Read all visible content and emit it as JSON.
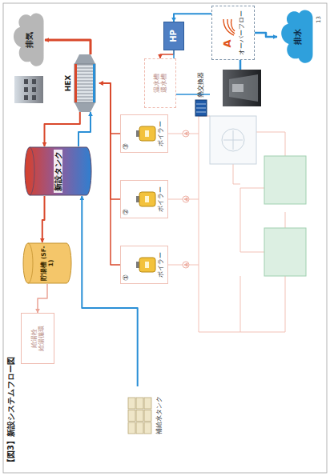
{
  "diagram": {
    "caption": "【図3】新設システムフロー図",
    "nodes": [
      {
        "text": [
          "給湯栓",
          "給湯循環"
        ]
      },
      {
        "text": [
          "貯湯槽 (SF-1)"
        ]
      },
      {
        "text": [
          "新設タンク"
        ]
      },
      {
        "text": [
          "HEX"
        ]
      },
      {
        "text": [
          "排気"
        ]
      },
      {
        "text": [
          "①",
          "ボイラー"
        ]
      },
      {
        "text": [
          "②",
          "ボイラー"
        ]
      },
      {
        "text": [
          "③",
          "ボイラー"
        ]
      },
      {
        "text": [
          "補給水タンク"
        ]
      },
      {
        "text": [
          "温水槽",
          "還水槽"
        ]
      },
      {
        "text": [
          "HP"
        ]
      },
      {
        "text": [
          "熱交換器"
        ]
      },
      {
        "text": [
          "A",
          "オーバーフロー"
        ]
      },
      {
        "text": [
          "排水"
        ]
      }
    ],
    "edges": [
      {
        "from": 8,
        "to": 2,
        "arrow": "to"
      },
      {
        "from": 2,
        "to": 3,
        "arrow": "to"
      },
      {
        "from": 3,
        "to": 2,
        "arrow": "to"
      },
      {
        "from": 2,
        "to": 1,
        "arrow": "to"
      },
      {
        "from": 1,
        "to": 0,
        "arrow": "to"
      },
      {
        "from": 5,
        "to": 3,
        "arrow": "to"
      },
      {
        "from": 6,
        "to": 3,
        "arrow": "to"
      },
      {
        "from": 7,
        "to": 3,
        "arrow": "to"
      },
      {
        "from": 3,
        "to": 4,
        "arrow": "to"
      },
      {
        "from": 12,
        "to": 13,
        "arrow": "to"
      },
      {
        "from": 10,
        "to": 9,
        "arrow": "to"
      },
      {
        "from": 11,
        "to": 10,
        "arrow": "none"
      },
      {
        "from": 12,
        "to": 10,
        "arrow": "to"
      }
    ],
    "labels": [
      "13"
    ]
  }
}
